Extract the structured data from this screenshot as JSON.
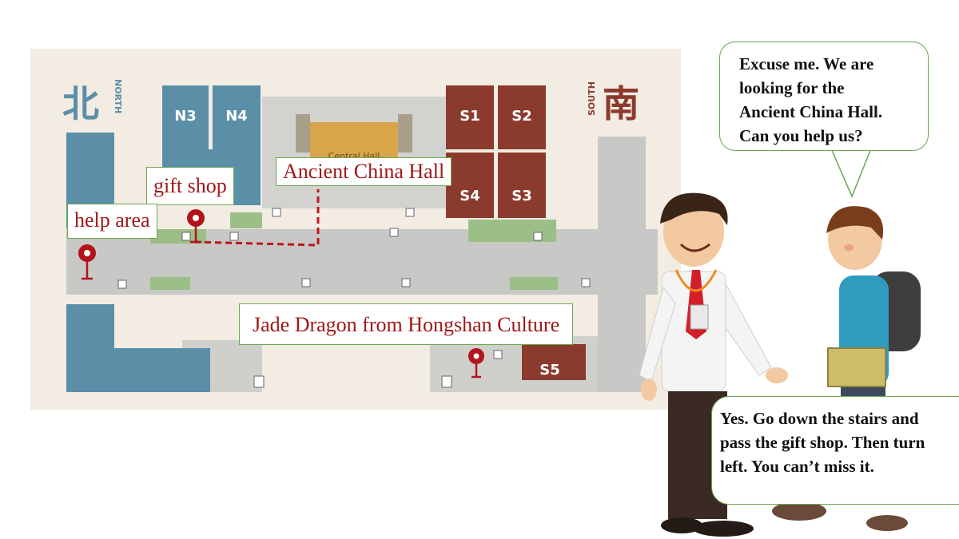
{
  "map": {
    "north_char": "北",
    "north_word": "NORTH",
    "south_char": "南",
    "south_word": "SOUTH",
    "rooms": [
      "N3",
      "N4",
      "S1",
      "S2",
      "S4",
      "S3",
      "S5"
    ],
    "central_hall_label": "Central Hall",
    "colors": {
      "north_wing": "#5b8fa8",
      "south_wing": "#8b3a2e",
      "corridor": "#c8c8c6",
      "central": "#d9a54b",
      "green_patch": "#9bbf87",
      "route": "#c0141c",
      "pin": "#b3141c"
    }
  },
  "callouts": {
    "ancient_china_hall": "Ancient China Hall",
    "gift_shop": "gift shop",
    "help_area": "help area",
    "jade_dragon": "Jade Dragon from Hongshan Culture"
  },
  "bubbles": {
    "top": [
      "Excuse me. We are",
      "looking for the",
      "Ancient China Hall.",
      "Can you help us?"
    ],
    "bottom": [
      "Yes. Go down the stairs and",
      "pass the gift shop. Then turn",
      "left. You can’t miss it."
    ]
  }
}
